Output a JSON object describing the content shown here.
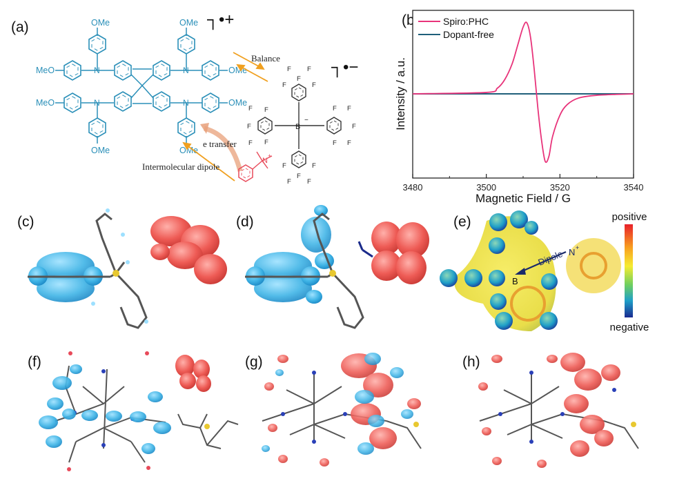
{
  "panels": {
    "a": "(a)",
    "b": "(b)",
    "c": "(c)",
    "d": "(d)",
    "e": "(e)",
    "f": "(f)",
    "g": "(g)",
    "h": "(h)"
  },
  "scheme": {
    "ome": "OMe",
    "meo": "MeO",
    "n": "N",
    "b_minus": "B",
    "n_plus": "N",
    "f": "F",
    "radical_cation": "┐•+",
    "radical_anion": "┐•−",
    "balance": "Balance",
    "e_transfer": "e transfer",
    "intermolecular_dipole": "Intermolecular dipole"
  },
  "esp": {
    "positive": "positive",
    "negative": "negative",
    "dipole": "Dipole",
    "n_plus": "N",
    "b_minus": "B"
  },
  "chart_data": {
    "type": "line",
    "xlabel": "Magnetic Field / G",
    "ylabel": "Intensity / a.u.",
    "xlim": [
      3480,
      3540
    ],
    "xticks": [
      3480,
      3500,
      3520,
      3540
    ],
    "legend_position": "top-left",
    "series": [
      {
        "name": "Spiro:PHC",
        "color": "#e8337a",
        "x": [
          3480,
          3500,
          3503,
          3505,
          3507,
          3508.5,
          3510,
          3511,
          3512,
          3513,
          3514,
          3515,
          3516,
          3517,
          3518,
          3520,
          3522,
          3525,
          3530,
          3540
        ],
        "y": [
          0,
          0.02,
          0.08,
          0.2,
          0.42,
          0.68,
          0.94,
          1.0,
          0.8,
          0.35,
          -0.2,
          -0.65,
          -0.95,
          -0.88,
          -0.6,
          -0.3,
          -0.15,
          -0.06,
          -0.02,
          0
        ]
      },
      {
        "name": "Dopant-free",
        "color": "#1f5f7a",
        "x": [
          3480,
          3500,
          3510,
          3520,
          3540
        ],
        "y": [
          0,
          0,
          0,
          0,
          0
        ]
      }
    ]
  }
}
